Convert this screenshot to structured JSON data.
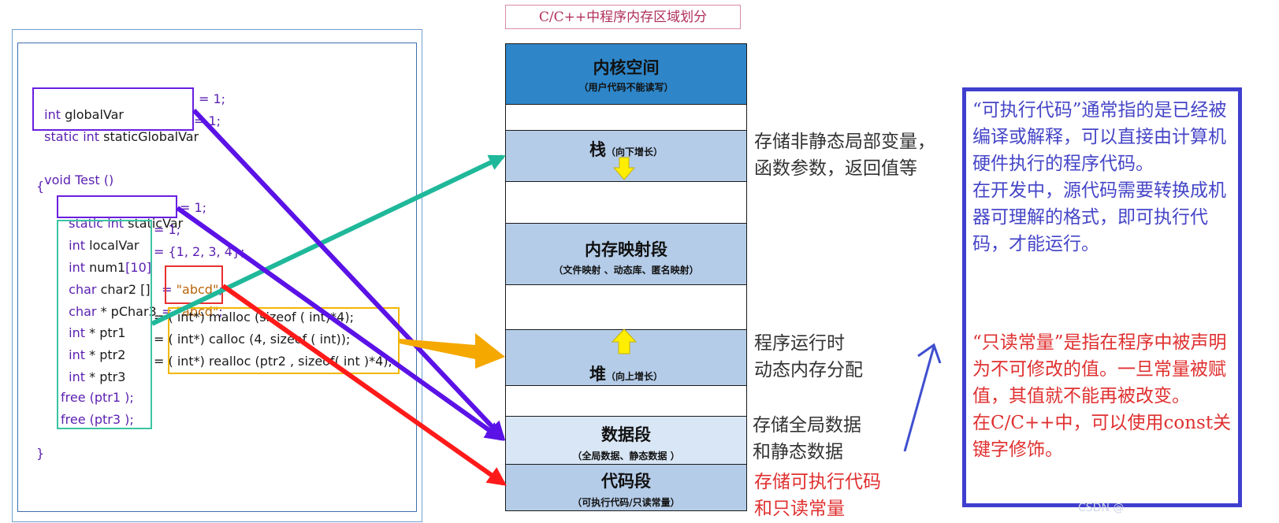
{
  "title": "C/C++中程序内存区域划分",
  "code": {
    "line1": {
      "kw": "int",
      "name": " globalVar",
      "rest": "= 1;"
    },
    "line2": {
      "kw": "static int",
      "name": " staticGlobalVar",
      "rest": "= 1;"
    },
    "line3": {
      "kw": "void",
      "rest": " Test ()"
    },
    "line4": "{",
    "line5": {
      "kw": "static int",
      "name": " staticVar",
      "rest": "= 1;"
    },
    "line6": {
      "kw": "int",
      "name": " localVar",
      "rest": "= 1;"
    },
    "line7": {
      "kw": "int",
      "name": " num1",
      "idx": "[10]",
      "rest": "= {1, 2, 3, 4};"
    },
    "line8": {
      "kw": "char",
      "name": " char2 []",
      "eq": "= ",
      "str": "\"abcd\"",
      "end": ";"
    },
    "line9": {
      "kw": "char",
      "name": " * pChar3",
      "eq": "= ",
      "str": "\"abcd\"",
      "end": ";"
    },
    "line10": {
      "kw": "int",
      "name": " * ptr1",
      "rest": "= ( int*) malloc (sizeof ( int)*4);"
    },
    "line11": {
      "kw": "int",
      "name": " * ptr2",
      "rest": "= ( int*) calloc (4, sizeof ( int));"
    },
    "line12": {
      "kw": "int",
      "name": " * ptr3",
      "rest": "= ( int*) realloc (ptr2 , sizeof( int )*4);"
    },
    "line13": "free (ptr1 );",
    "line14": "free (ptr3 );",
    "line15": "}"
  },
  "segments": {
    "kernel": {
      "title": "内核空间",
      "sub": "（用户代码不能读写）"
    },
    "stack": {
      "title": "栈",
      "sub": "（向下增长）"
    },
    "mmap": {
      "title": "内存映射段",
      "sub": "（文件映射 、动态库、匿名映射）"
    },
    "heap": {
      "title": "堆",
      "sub": "（向上增长）"
    },
    "data": {
      "title": "数据段",
      "sub": "（全局数据、静态数据 ）"
    },
    "code": {
      "title": "代码段",
      "sub": "（可执行代码/只读常量）"
    }
  },
  "descriptions": {
    "stack": "存储非静态局部变量，\n函数参数，返回值等",
    "heap": "程序运行时\n动态内存分配",
    "data": "存储全局数据\n和静态数据",
    "code": "存储可执行代码\n和只读常量"
  },
  "note": {
    "exec": "“可执行代码”通常指的是已经被编译或解释，可以直接由计算机硬件执行的程序代码。\n在开发中，源代码需要转换成机器可理解的格式，即可执行代码，才能运行。",
    "readonly": "“只读常量”是指在程序中被声明为不可修改的值。一旦常量被赋值，其值就不能再被改变。\n在C/C++中，可以使用const关键字修饰。"
  },
  "watermark": "CSDN @",
  "colors": {
    "purple": "#5b12e6",
    "teal": "#1fb89a",
    "orange": "#f5a800",
    "red": "#ff1a1a",
    "blue": "#3f4fcf",
    "segDark": "#2e86c9",
    "segLight": "#b4cce8",
    "segPale": "#d8e6f5"
  }
}
